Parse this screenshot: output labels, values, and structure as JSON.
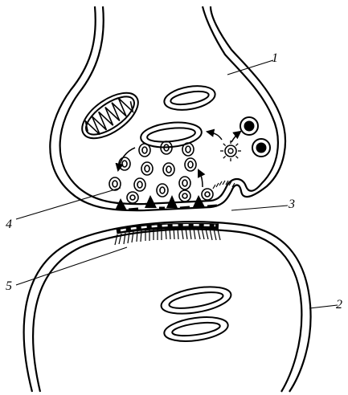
{
  "labels": [
    "1",
    "2",
    "3",
    "4",
    "5"
  ],
  "colors": {
    "ink": "#000000",
    "paper": "#ffffff"
  }
}
